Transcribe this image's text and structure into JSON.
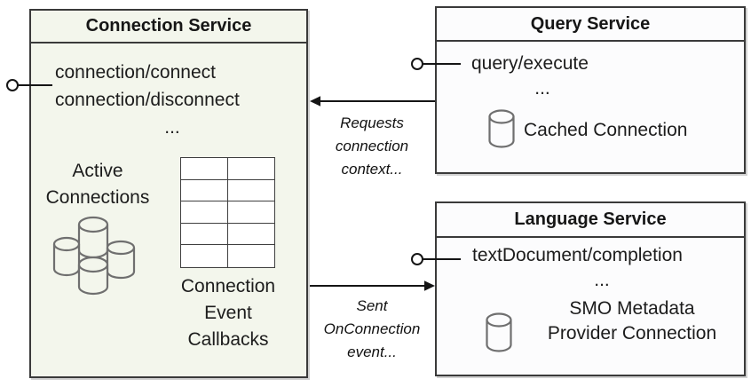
{
  "colors": {
    "canvas_bg": "#ffffff",
    "box_border": "#3a3a3a",
    "connection_box_fill": "#f3f6ec",
    "service_box_fill": "#fcfcfd",
    "cylinder_stroke": "#6f6f6f",
    "connector_ink": "#151515",
    "text_ink": "#1c1c1c"
  },
  "connection_service": {
    "title": "Connection Service",
    "methods": [
      "connection/connect",
      "connection/disconnect"
    ],
    "more_indicator": "...",
    "active_connections": {
      "icon": "database-cluster-icon",
      "label_lines": [
        "Active",
        "Connections"
      ]
    },
    "callbacks": {
      "icon": "table-grid-icon",
      "table_rows": 5,
      "table_cols": 2,
      "label_lines": [
        "Connection",
        "Event",
        "Callbacks"
      ]
    },
    "endpoint_icon": "provided-interface-lollipop-icon"
  },
  "query_service": {
    "title": "Query Service",
    "methods": [
      "query/execute"
    ],
    "more_indicator": "...",
    "cached_connection": {
      "icon": "database-icon",
      "label": "Cached Connection"
    },
    "endpoint_icon": "provided-interface-lollipop-icon"
  },
  "language_service": {
    "title": "Language Service",
    "methods": [
      "textDocument/completion"
    ],
    "more_indicator": "...",
    "smo_connection": {
      "icon": "database-icon",
      "label_lines": [
        "SMO Metadata",
        "Provider Connection"
      ]
    },
    "endpoint_icon": "provided-interface-lollipop-icon"
  },
  "arrows": {
    "requests": {
      "direction": "query-service-to-connection-service",
      "label_lines": [
        "Requests",
        "connection",
        "context..."
      ]
    },
    "sent": {
      "direction": "connection-service-to-language-service",
      "label_lines": [
        "Sent",
        "OnConnection",
        "event..."
      ]
    }
  }
}
